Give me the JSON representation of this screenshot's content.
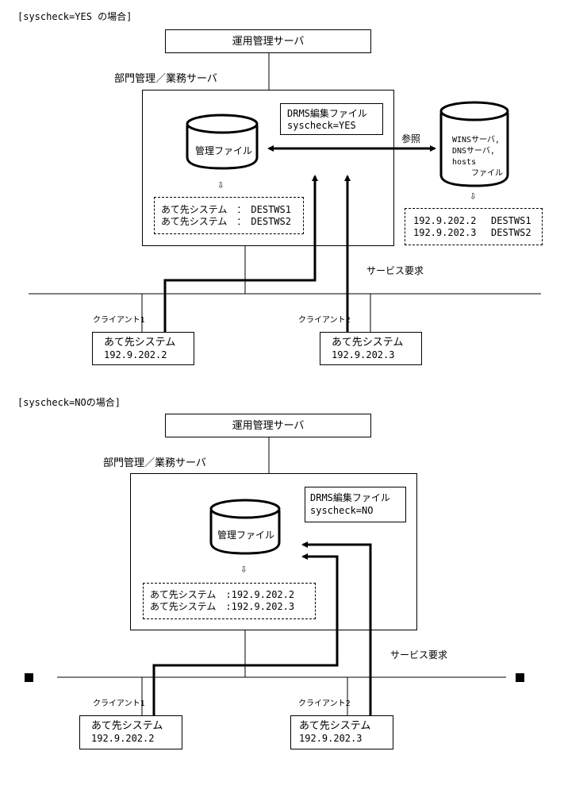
{
  "sec1": {
    "heading": "[syscheck=YES の場合]",
    "ops_server": "運用管理サーバ",
    "dept_server": "部門管理／業務サーバ",
    "mgmt_file": "管理ファイル",
    "drms_title": "DRMS編集ファイル",
    "drms_value": "syscheck=YES",
    "ref_label": "参照",
    "wins_lines": [
      "WINSサーバ,",
      "DNSサーバ,",
      "hosts",
      "ファイル"
    ],
    "down_arrow": "⇩",
    "dest_rows": [
      "あて先システム　：　DESTWS1",
      "あて先システム　：　DESTWS2"
    ],
    "host_rows": [
      {
        "ip": "192.9.202.2",
        "name": "DESTWS1"
      },
      {
        "ip": "192.9.202.3",
        "name": "DESTWS2"
      }
    ],
    "service_req": "サービス要求",
    "clients": [
      {
        "label": "クライアント1",
        "name": "あて先システム",
        "ip": "192.9.202.2"
      },
      {
        "label": "クライアント2",
        "name": "あて先システム",
        "ip": "192.9.202.3"
      }
    ]
  },
  "sec2": {
    "heading": "[syscheck=NOの場合]",
    "ops_server": "運用管理サーバ",
    "dept_server": "部門管理／業務サーバ",
    "mgmt_file": "管理ファイル",
    "drms_title": "DRMS編集ファイル",
    "drms_value": "syscheck=NO",
    "down_arrow": "⇩",
    "dest_rows": [
      "あて先システム　:192.9.202.2",
      "あて先システム　:192.9.202.3"
    ],
    "service_req": "サービス要求",
    "clients": [
      {
        "label": "クライアント1",
        "name": "あて先システム",
        "ip": "192.9.202.2"
      },
      {
        "label": "クライアント2",
        "name": "あて先システム",
        "ip": "192.9.202.3"
      }
    ]
  }
}
